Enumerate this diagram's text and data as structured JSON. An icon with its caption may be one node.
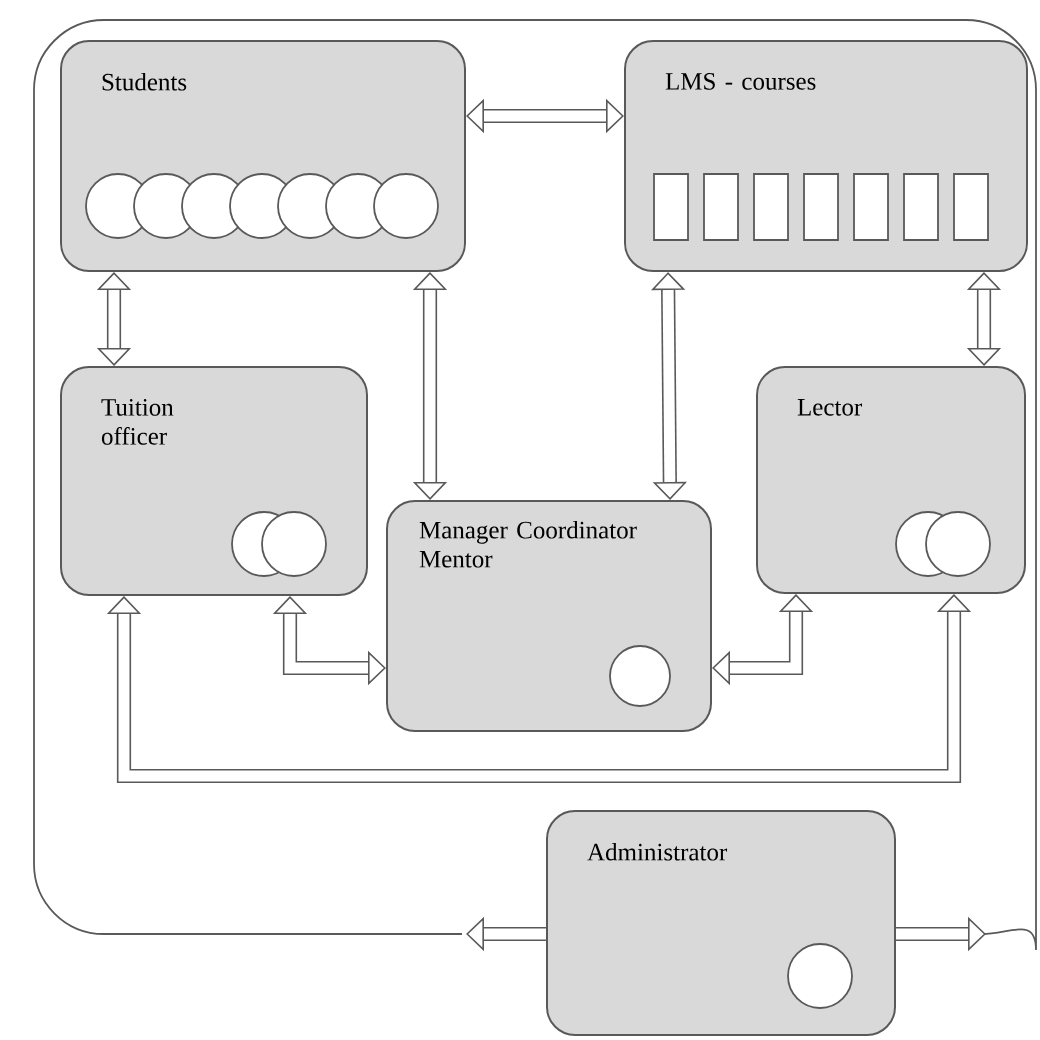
{
  "diagram": {
    "nodes": [
      {
        "text": [
          "Students"
        ]
      },
      {
        "text": [
          "LMS - courses"
        ]
      },
      {
        "text": [
          "Tuition officer"
        ]
      },
      {
        "text": [
          "Manager Coordinator Mentor"
        ]
      },
      {
        "text": [
          "Lector"
        ]
      },
      {
        "text": [
          "Administrator"
        ]
      }
    ],
    "edges": [
      {
        "from": 0,
        "to": 1,
        "arrow": "both"
      },
      {
        "from": 0,
        "to": 2,
        "arrow": "both"
      },
      {
        "from": 0,
        "to": 3,
        "arrow": "both"
      },
      {
        "from": 1,
        "to": 3,
        "arrow": "both"
      },
      {
        "from": 1,
        "to": 4,
        "arrow": "both"
      },
      {
        "from": 2,
        "to": 3,
        "arrow": "both"
      },
      {
        "from": 4,
        "to": 3,
        "arrow": "both"
      },
      {
        "from": 2,
        "to": 4,
        "arrow": "both"
      },
      {
        "from": 5,
        "to": null,
        "arrow": "to"
      },
      {
        "from": 5,
        "to": null,
        "arrow": "to"
      }
    ]
  }
}
